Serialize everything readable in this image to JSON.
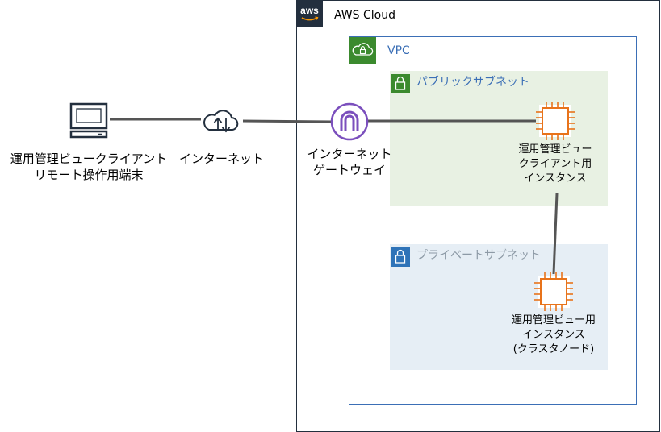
{
  "aws_cloud": {
    "title": "AWS Cloud",
    "logo_text": "aws"
  },
  "vpc": {
    "title": "VPC"
  },
  "public_subnet": {
    "title": "パブリックサブネット"
  },
  "private_subnet": {
    "title": "プライベートサブネット"
  },
  "client_terminal": {
    "line1": "運用管理ビュークライアント",
    "line2": "リモート操作用端末"
  },
  "internet": {
    "label": "インターネット"
  },
  "internet_gateway": {
    "line1": "インターネット",
    "line2": "ゲートウェイ"
  },
  "client_instance": {
    "line1": "運用管理ビュー",
    "line2": "クライアント用",
    "line3": "インスタンス"
  },
  "cluster_instance": {
    "line1": "運用管理ビュー用",
    "line2": "インスタンス",
    "line3": "(クラスタノード)"
  },
  "colors": {
    "aws_cloud_border": "#232f3e",
    "vpc_border": "#3b6fb6",
    "vpc_icon_bg": "#3b8a2e",
    "public_subnet_fill": "#e8f1e3",
    "public_subnet_icon": "#3b8a2e",
    "private_subnet_fill": "#e6eef5",
    "private_subnet_icon": "#2e73b8",
    "instance_orange": "#e8731a",
    "gateway_purple": "#7b4fbd",
    "connector": "#555555"
  },
  "icons": {
    "aws_logo": "aws-logo-icon",
    "vpc": "cloud-lock-icon",
    "subnet": "padlock-icon",
    "terminal": "computer-monitor-icon",
    "internet": "cloud-upload-download-icon",
    "gateway": "internet-gateway-icon",
    "instance": "ec2-chip-icon"
  }
}
